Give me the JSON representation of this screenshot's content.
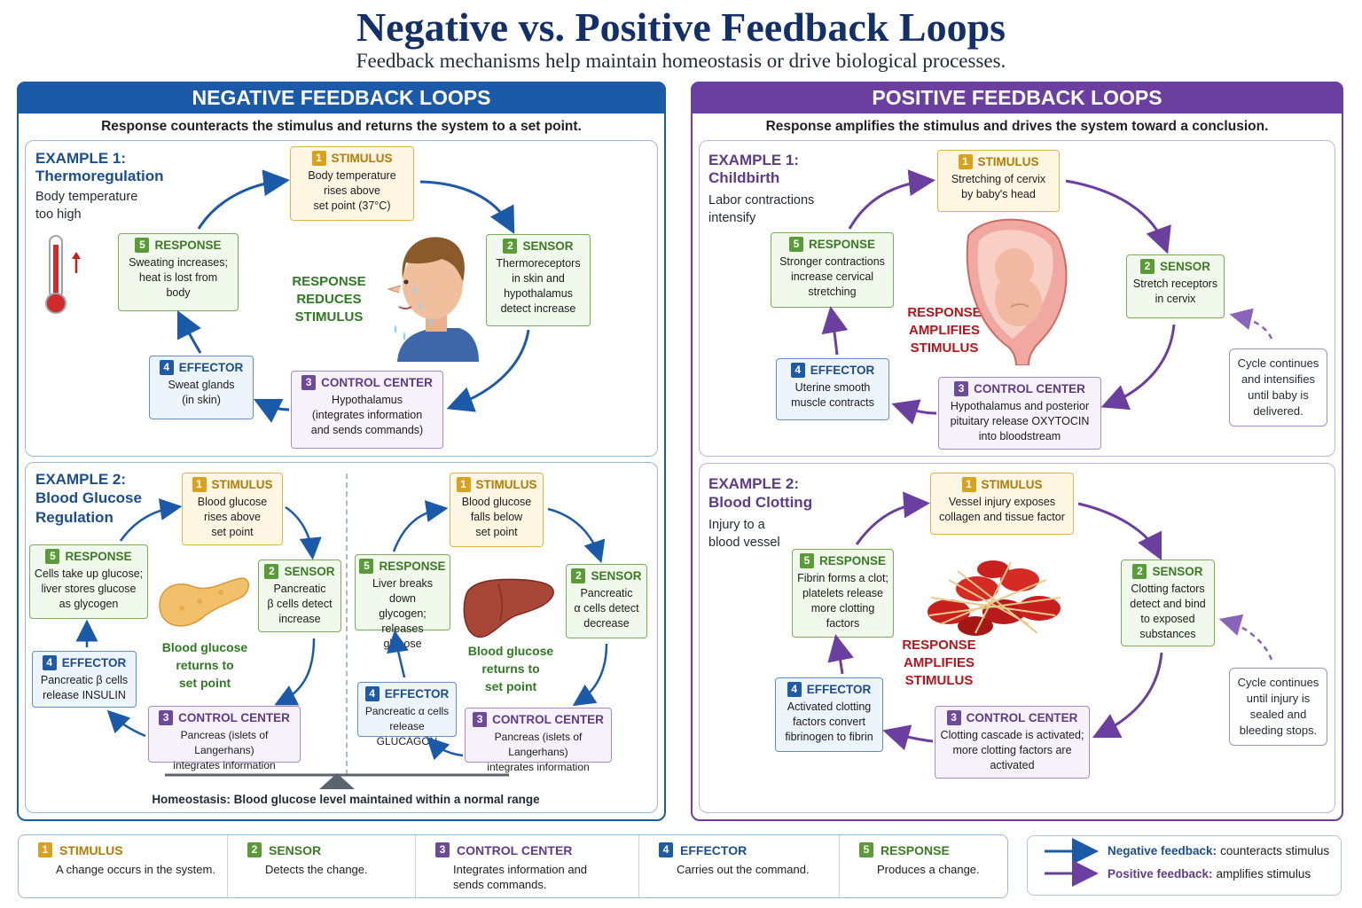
{
  "title": "Negative vs. Positive Feedback Loops",
  "subtitle": "Feedback mechanisms help maintain homeostasis or drive biological processes.",
  "negative": {
    "heading": "NEGATIVE FEEDBACK LOOPS",
    "description": "Response counteracts the stimulus and returns the system to a set point.",
    "ex1": {
      "label": "EXAMPLE 1:",
      "name": "Thermoregulation",
      "desc1": "Body temperature",
      "desc2": "too high",
      "center": [
        "RESPONSE",
        "REDUCES",
        "STIMULUS"
      ],
      "stimulus": {
        "num": "1",
        "title": "STIMULUS",
        "lines": [
          "Body temperature",
          "rises above",
          "set point (37°C)"
        ]
      },
      "sensor": {
        "num": "2",
        "title": "SENSOR",
        "lines": [
          "Thermoreceptors",
          "in skin and",
          "hypothalamus",
          "detect increase"
        ]
      },
      "control": {
        "num": "3",
        "title": "CONTROL CENTER",
        "lines": [
          "Hypothalamus",
          "(integrates information",
          "and sends commands)"
        ]
      },
      "effector": {
        "num": "4",
        "title": "EFFECTOR",
        "lines": [
          "Sweat glands",
          "(in skin)"
        ]
      },
      "response": {
        "num": "5",
        "title": "RESPONSE",
        "lines": [
          "Sweating increases;",
          "heat is lost from",
          "body"
        ]
      }
    },
    "ex2": {
      "label": "EXAMPLE 2:",
      "name1": "Blood Glucose",
      "name2": "Regulation",
      "center": [
        "Blood glucose",
        "returns to",
        "set point"
      ],
      "high": {
        "stimulus": {
          "num": "1",
          "title": "STIMULUS",
          "lines": [
            "Blood glucose",
            "rises above",
            "set point"
          ]
        },
        "sensor": {
          "num": "2",
          "title": "SENSOR",
          "lines": [
            "Pancreatic",
            "β cells detect",
            "increase"
          ]
        },
        "control": {
          "num": "3",
          "title": "CONTROL CENTER",
          "lines": [
            "Pancreas (islets of Langerhans)",
            "integrates information"
          ]
        },
        "effector": {
          "num": "4",
          "title": "EFFECTOR",
          "lines": [
            "Pancreatic β cells",
            "release INSULIN"
          ]
        },
        "response": {
          "num": "5",
          "title": "RESPONSE",
          "lines": [
            "Cells take up glucose;",
            "liver stores glucose",
            "as glycogen"
          ]
        }
      },
      "low": {
        "stimulus": {
          "num": "1",
          "title": "STIMULUS",
          "lines": [
            "Blood glucose",
            "falls below",
            "set point"
          ]
        },
        "sensor": {
          "num": "2",
          "title": "SENSOR",
          "lines": [
            "Pancreatic",
            "α cells detect",
            "decrease"
          ]
        },
        "control": {
          "num": "3",
          "title": "CONTROL CENTER",
          "lines": [
            "Pancreas (islets of Langerhans)",
            "integrates information"
          ]
        },
        "effector": {
          "num": "4",
          "title": "EFFECTOR",
          "lines": [
            "Pancreatic α cells",
            "release GLUCAGON"
          ]
        },
        "response": {
          "num": "5",
          "title": "RESPONSE",
          "lines": [
            "Liver breaks down",
            "glycogen; releases",
            "glucose"
          ]
        }
      },
      "homeostasis": "Homeostasis: Blood glucose level maintained within a normal range"
    }
  },
  "positive": {
    "heading": "POSITIVE FEEDBACK LOOPS",
    "description": "Response amplifies the stimulus and drives the system toward a conclusion.",
    "ex1": {
      "label": "EXAMPLE 1:",
      "name": "Childbirth",
      "desc1": "Labor contractions",
      "desc2": "intensify",
      "center": [
        "RESPONSE",
        "AMPLIFIES",
        "STIMULUS"
      ],
      "stimulus": {
        "num": "1",
        "title": "STIMULUS",
        "lines": [
          "Stretching of cervix",
          "by baby's head"
        ]
      },
      "sensor": {
        "num": "2",
        "title": "SENSOR",
        "lines": [
          "Stretch receptors",
          "in cervix"
        ]
      },
      "control": {
        "num": "3",
        "title": "CONTROL CENTER",
        "lines": [
          "Hypothalamus and posterior",
          "pituitary release OXYTOCIN",
          "into bloodstream"
        ]
      },
      "effector": {
        "num": "4",
        "title": "EFFECTOR",
        "lines": [
          "Uterine smooth",
          "muscle contracts"
        ]
      },
      "response": {
        "num": "5",
        "title": "RESPONSE",
        "lines": [
          "Stronger contractions",
          "increase cervical",
          "stretching"
        ]
      },
      "note": [
        "Cycle continues",
        "and intensifies",
        "until baby is",
        "delivered."
      ]
    },
    "ex2": {
      "label": "EXAMPLE 2:",
      "name": "Blood Clotting",
      "desc1": "Injury to a",
      "desc2": "blood vessel",
      "center": [
        "RESPONSE",
        "AMPLIFIES",
        "STIMULUS"
      ],
      "stimulus": {
        "num": "1",
        "title": "STIMULUS",
        "lines": [
          "Vessel injury exposes",
          "collagen and tissue factor"
        ]
      },
      "sensor": {
        "num": "2",
        "title": "SENSOR",
        "lines": [
          "Clotting factors",
          "detect and bind",
          "to exposed",
          "substances"
        ]
      },
      "control": {
        "num": "3",
        "title": "CONTROL CENTER",
        "lines": [
          "Clotting cascade is activated;",
          "more clotting factors are",
          "activated"
        ]
      },
      "effector": {
        "num": "4",
        "title": "EFFECTOR",
        "lines": [
          "Activated clotting",
          "factors convert",
          "fibrinogen to fibrin"
        ]
      },
      "response": {
        "num": "5",
        "title": "RESPONSE",
        "lines": [
          "Fibrin forms a clot;",
          "platelets release",
          "more clotting",
          "factors"
        ]
      },
      "note": [
        "Cycle continues",
        "until injury is",
        "sealed and",
        "bleeding stops."
      ]
    }
  },
  "legend": [
    {
      "num": "1",
      "title": "STIMULUS",
      "text": "A change occurs in the system."
    },
    {
      "num": "2",
      "title": "SENSOR",
      "text": "Detects the change."
    },
    {
      "num": "3",
      "title": "CONTROL CENTER",
      "text": "Integrates information and sends commands."
    },
    {
      "num": "4",
      "title": "EFFECTOR",
      "text": "Carries out the command."
    },
    {
      "num": "5",
      "title": "RESPONSE",
      "text": "Produces a change."
    }
  ],
  "key": {
    "negative_bold": "Negative feedback:",
    "negative_text": "counteracts stimulus",
    "positive_bold": "Positive feedback:",
    "positive_text": "amplifies stimulus"
  },
  "colors": {
    "negative": "#1b5aa8",
    "positive": "#6b3fa0",
    "stimulus": "#d9a21e",
    "sensor": "#5a9a39",
    "control": "#6d4a9a",
    "effector": "#1f5aa5",
    "response": "#5a9a39"
  }
}
